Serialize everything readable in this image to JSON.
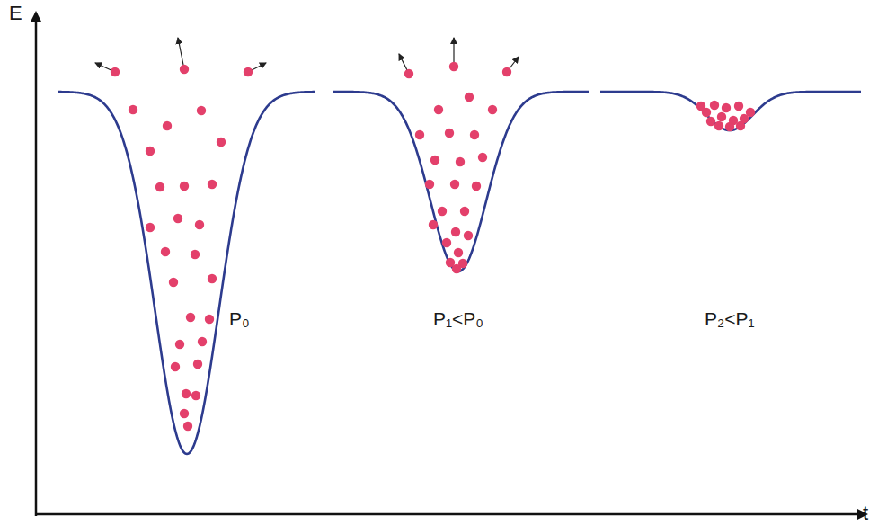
{
  "diagram": {
    "labels": [
      "E",
      "t",
      "P₀",
      "P₁<P₀",
      "P₂<P₁"
    ]
  }
}
